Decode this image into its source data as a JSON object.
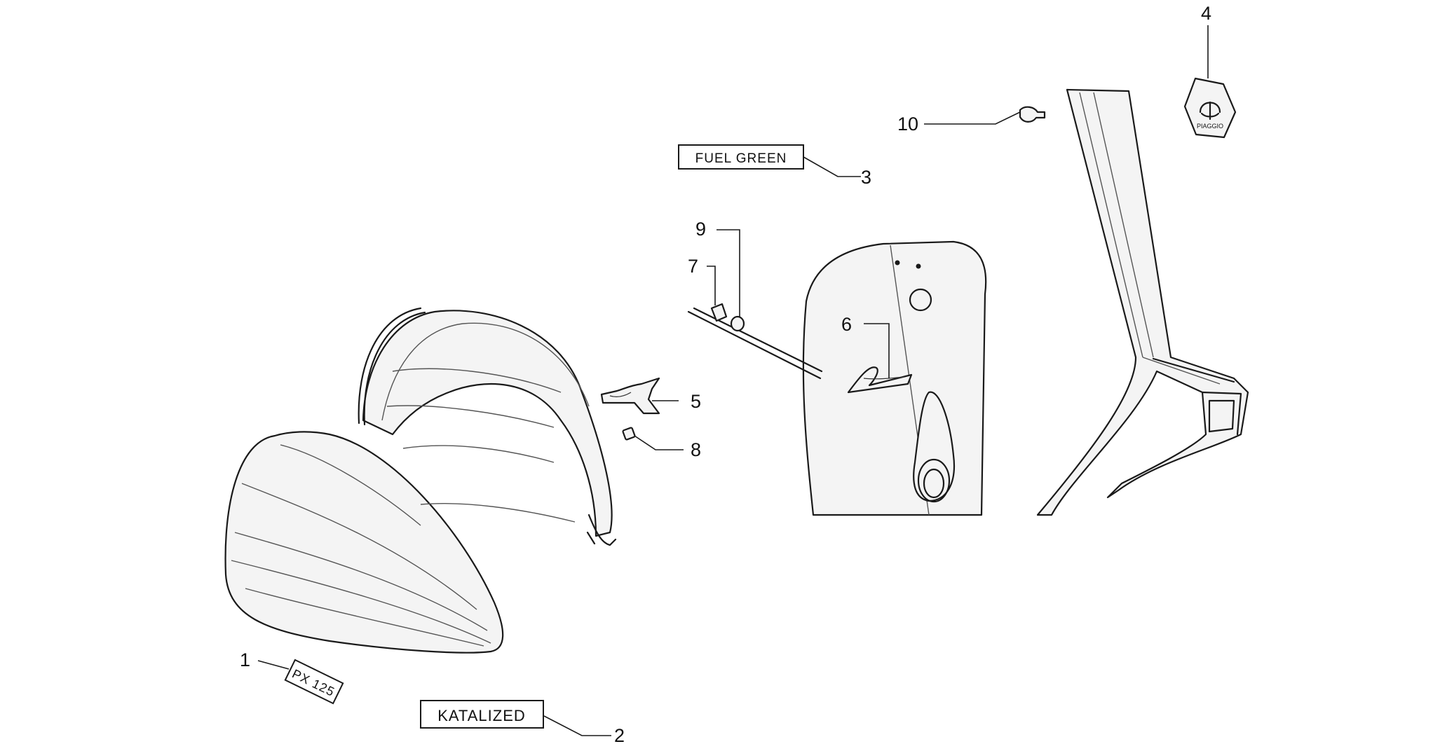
{
  "diagram": {
    "callouts": [
      {
        "number": "1",
        "part_label": "PX 125"
      },
      {
        "number": "2",
        "part_label": "KATALIZED"
      },
      {
        "number": "3",
        "part_label": "FUEL GREEN"
      },
      {
        "number": "4",
        "part_label": "PIAGGIO"
      },
      {
        "number": "5",
        "part_label": ""
      },
      {
        "number": "6",
        "part_label": ""
      },
      {
        "number": "7",
        "part_label": ""
      },
      {
        "number": "8",
        "part_label": ""
      },
      {
        "number": "9",
        "part_label": ""
      },
      {
        "number": "10",
        "part_label": ""
      }
    ]
  },
  "colors": {
    "line": "#1a1a1a",
    "background": "#ffffff"
  }
}
